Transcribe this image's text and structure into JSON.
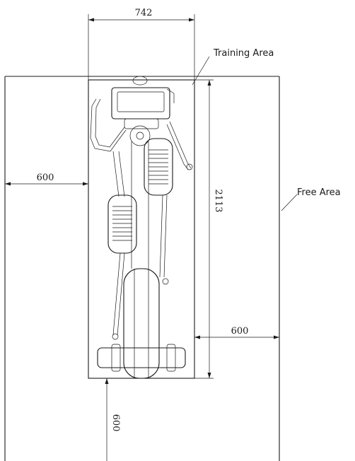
{
  "labels": {
    "training_area": "Training Area",
    "free_area": "Free Area"
  },
  "dimensions": {
    "top_width": "742",
    "height": "2113",
    "left_clearance": "600",
    "right_clearance": "600",
    "bottom_clearance": "600"
  }
}
